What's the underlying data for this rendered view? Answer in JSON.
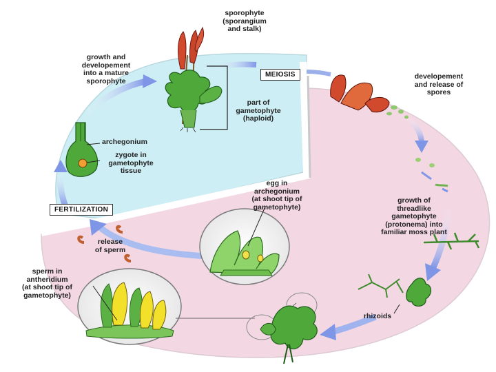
{
  "labels": {
    "sporophyte": "sporophyte\n(sporangium\nand stalk)",
    "growth_mature": "growth and\ndevelopement\ninto a mature\nsporophyte",
    "meiosis": "MEIOSIS",
    "release_spores": "developement\nand release of\nspores",
    "part_gametophyte": "part of\ngametophyte\n(haploid)",
    "archegonium": "archegonium",
    "zygote": "zygote in\ngametophyte\ntissue",
    "egg": "egg in\narchegonium\n(at shoot tip of\ngametophyte)",
    "fertilization": "FERTILIZATION",
    "threadlike": "growth of\nthreadlike\ngametophyte\n(protonema) into\nfamiliar moss plant",
    "release_sperm": "release\nof sperm",
    "sperm": "sperm in\nantheridium\n(at shoot tip of\ngametophyte)",
    "rhizoids": "rhizoids"
  },
  "colors": {
    "diploid_fill": "#cdeef4",
    "haploid_fill": "#f3d7e3",
    "arrow": "#8fa6ea",
    "leaf": "#4fa83a",
    "leaf_dark": "#1f5c1a",
    "sporangium": "#d24a2e",
    "sperm": "#f3e02a"
  }
}
